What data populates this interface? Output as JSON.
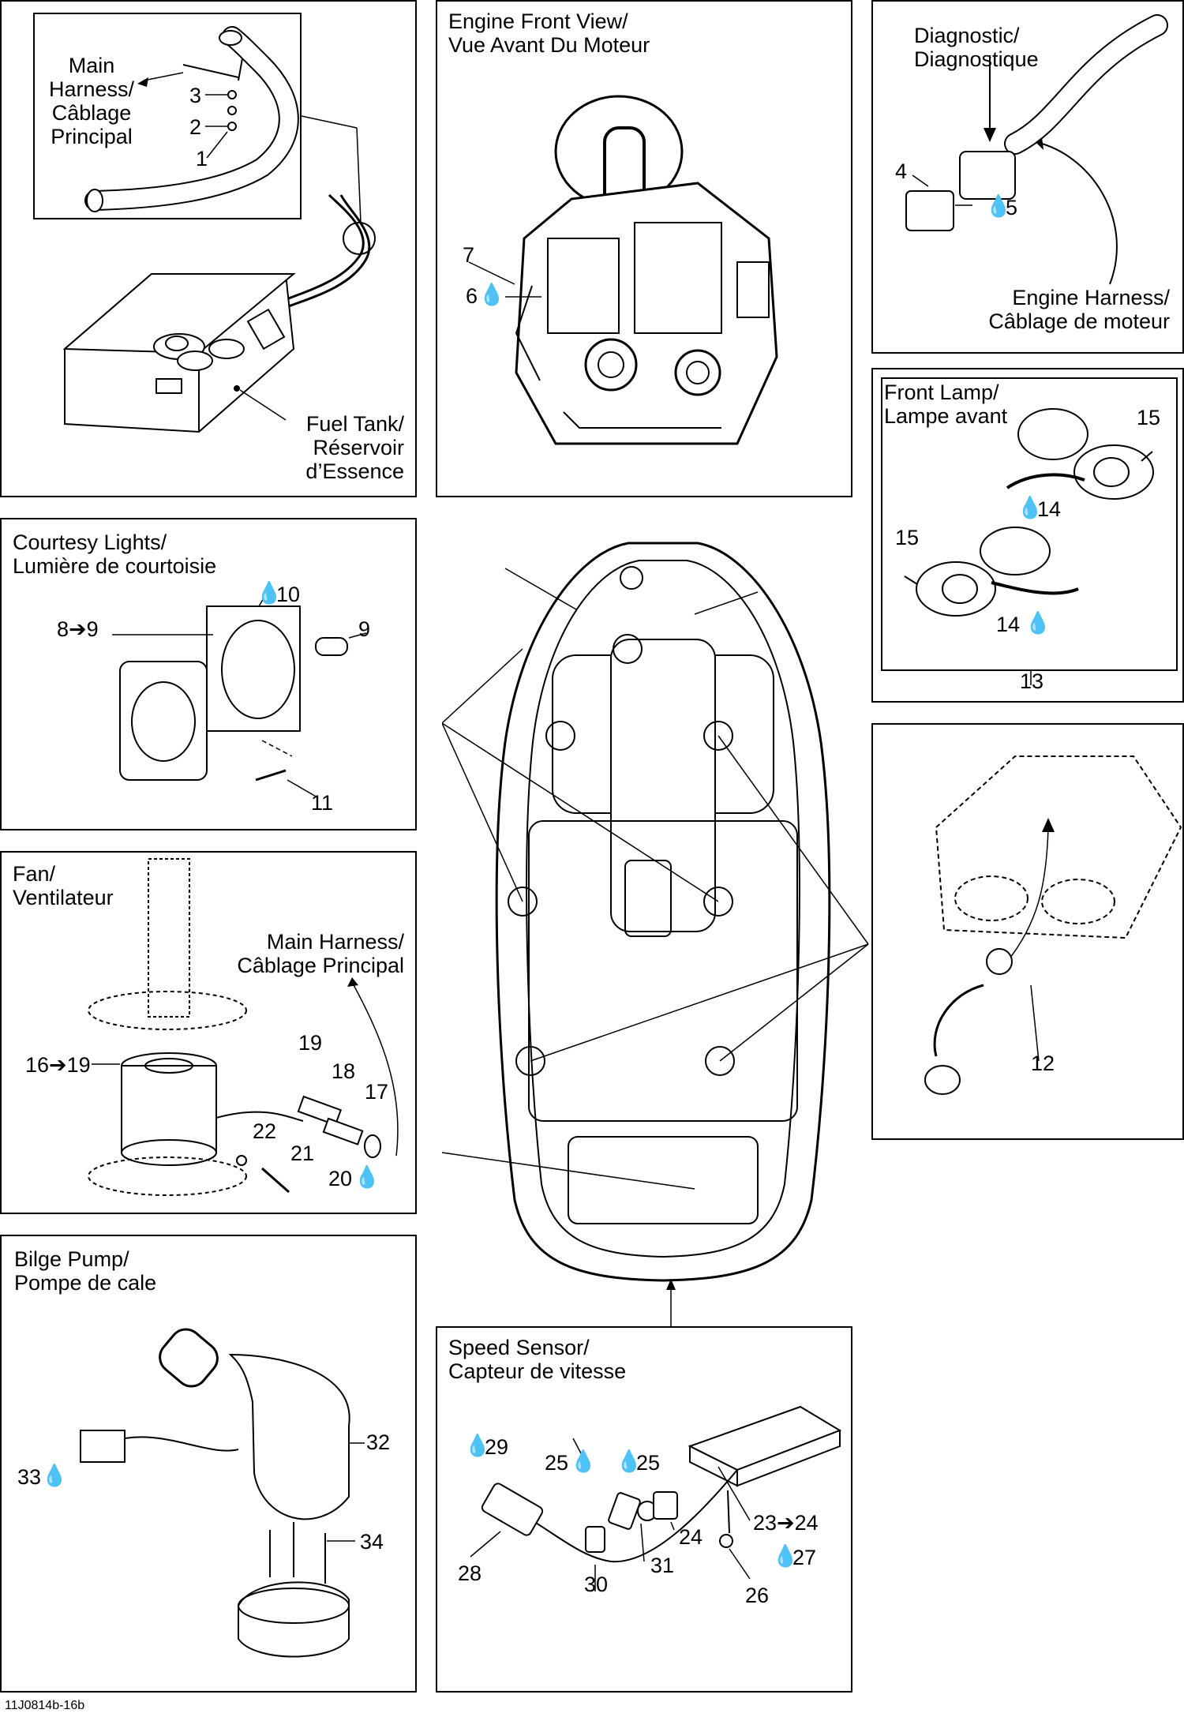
{
  "panels": {
    "fuel_tank": {
      "main_harness": "Main\nHarness/\nCâblage\nPrincipal",
      "fuel_tank": "Fuel Tank/\nRéservoir\nd’Essence",
      "callouts": [
        "3",
        "2",
        "1"
      ]
    },
    "engine_front": {
      "title": "Engine Front View/\nVue Avant Du Moteur",
      "callouts": [
        "7",
        "6"
      ]
    },
    "diagnostic": {
      "title": "Diagnostic/\nDiagnostique",
      "engine_harness": "Engine Harness/\nCâblage de moteur",
      "callouts": [
        "4",
        "5"
      ]
    },
    "front_lamp": {
      "title": "Front Lamp/\nLampe avant",
      "callouts": [
        "15",
        "14",
        "15",
        "14",
        "13"
      ]
    },
    "courtesy_lights": {
      "title": "Courtesy Lights/\nLumière de courtoisie",
      "callouts": [
        "10",
        "8➔9",
        "9",
        "11"
      ]
    },
    "unnamed_light": {
      "callouts": [
        "12"
      ]
    },
    "fan": {
      "title": "Fan/\nVentilateur",
      "main_harness": "Main Harness/\nCâblage Principal",
      "callouts": [
        "16➔19",
        "19",
        "18",
        "17",
        "22",
        "21",
        "20"
      ]
    },
    "bilge_pump": {
      "title": "Bilge Pump/\nPompe de cale",
      "callouts": [
        "32",
        "33",
        "34"
      ]
    },
    "speed_sensor": {
      "title": "Speed Sensor/\nCapteur de vitesse",
      "callouts": [
        "29",
        "25",
        "25",
        "24",
        "23➔24",
        "27",
        "28",
        "30",
        "31",
        "26"
      ]
    }
  },
  "footer": {
    "code": "11J0814b-16b"
  },
  "icons": [
    "sealant-drop-icon",
    "arrow-icon"
  ]
}
